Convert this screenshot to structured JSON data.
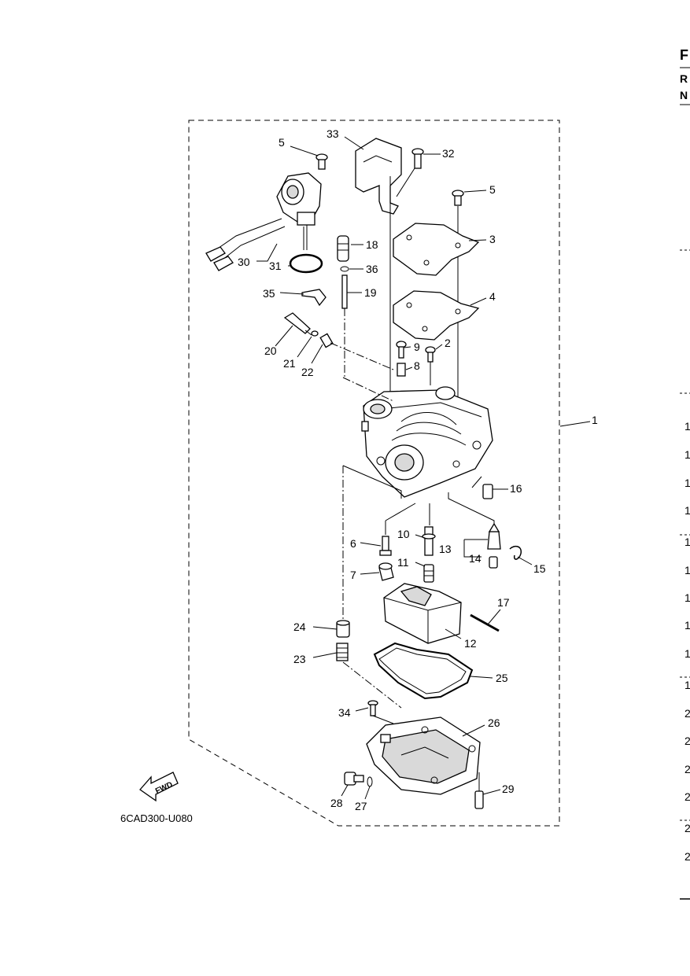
{
  "figure_code": "6CAD300-U080",
  "fwd_label": "FWD",
  "callouts": [
    "1",
    "2",
    "3",
    "4",
    "5",
    "5",
    "6",
    "7",
    "8",
    "9",
    "10",
    "11",
    "12",
    "13",
    "14",
    "15",
    "16",
    "17",
    "18",
    "19",
    "20",
    "21",
    "22",
    "23",
    "24",
    "25",
    "26",
    "27",
    "28",
    "29",
    "30",
    "31",
    "32",
    "33",
    "34",
    "35",
    "36"
  ],
  "edge_header": [
    "F",
    "R",
    "N"
  ],
  "edge_list": [
    "1",
    "1",
    "1",
    "1",
    "1",
    "1",
    "1",
    "1",
    "1",
    "1",
    "2",
    "2",
    "2",
    "2",
    "2",
    "2"
  ]
}
